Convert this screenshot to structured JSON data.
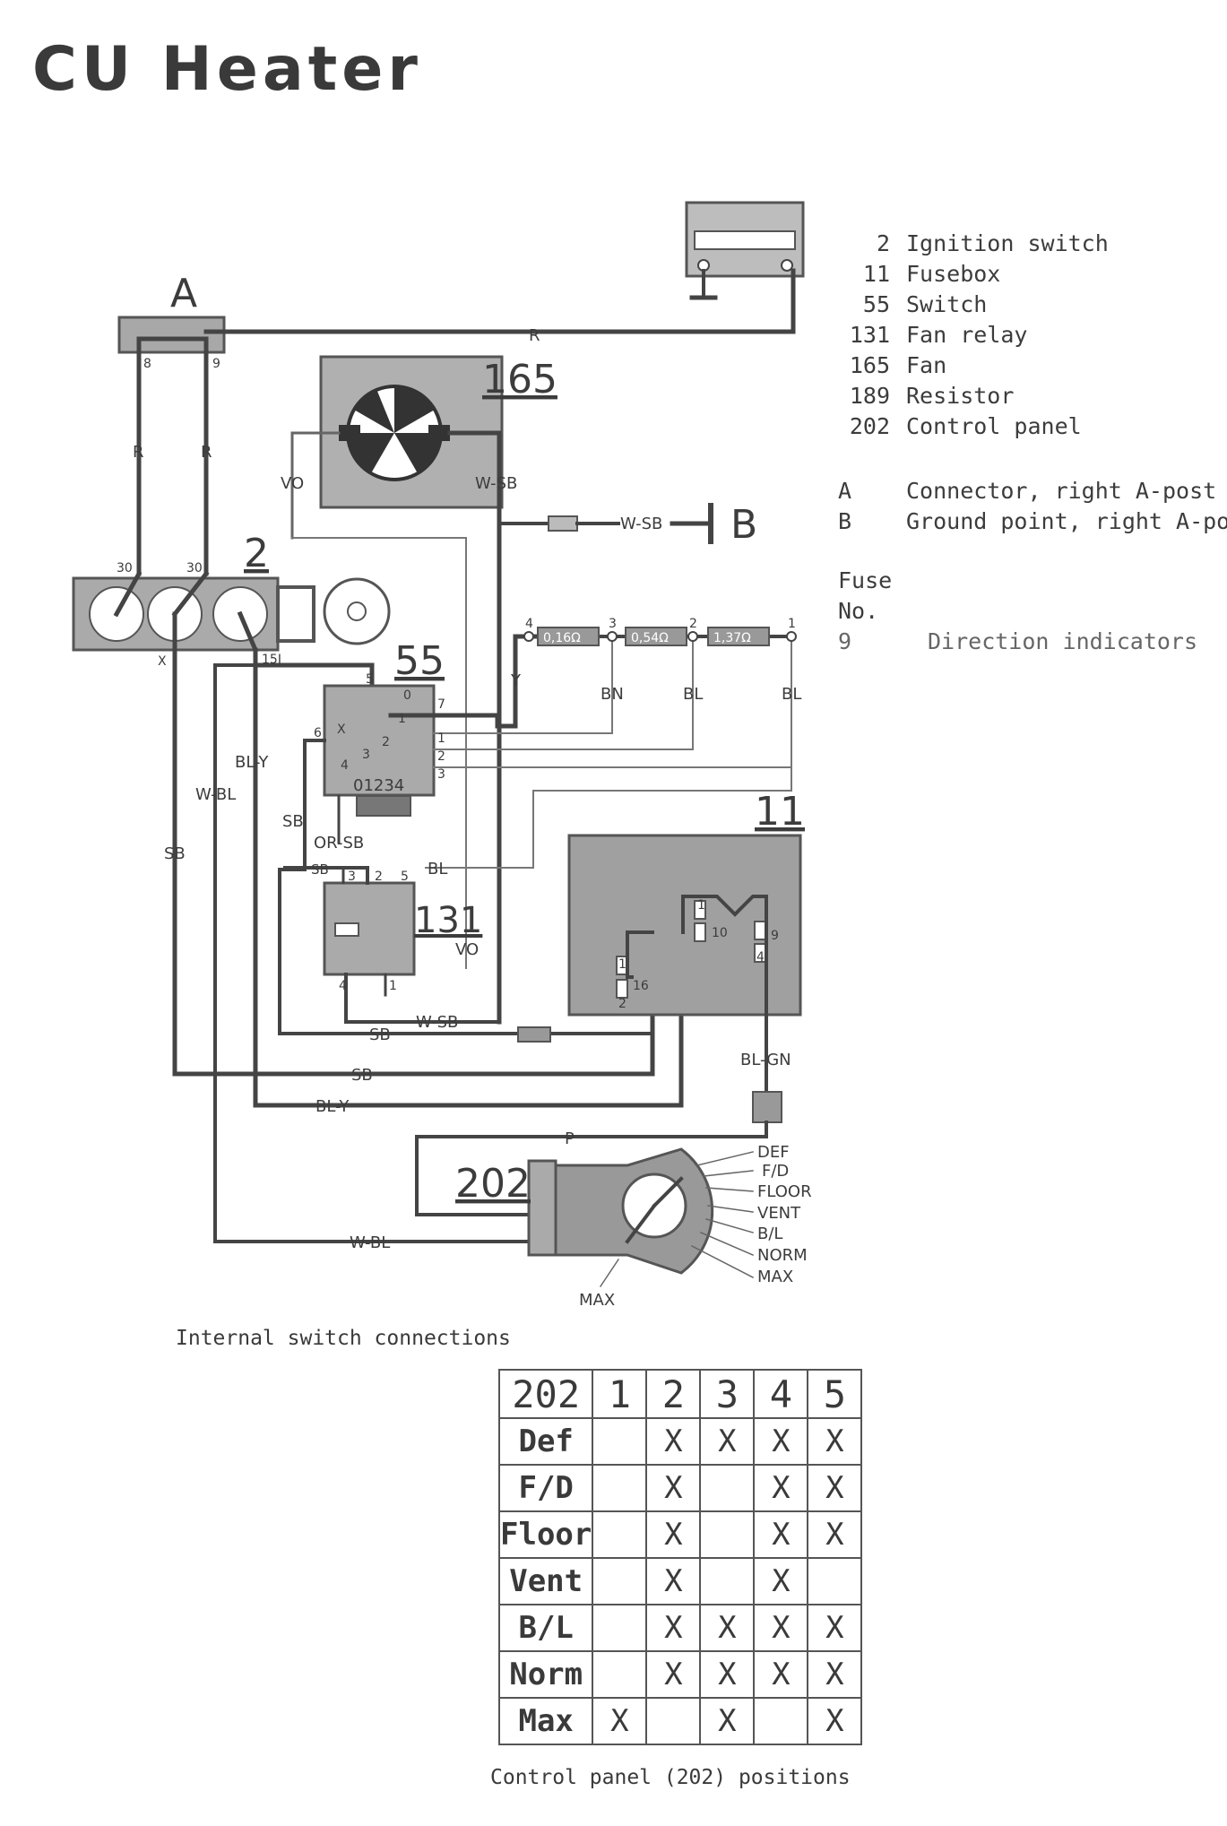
{
  "title": "CU Heater",
  "legend": {
    "components": [
      {
        "num": "2",
        "name": "Ignition switch"
      },
      {
        "num": "11",
        "name": "Fusebox"
      },
      {
        "num": "55",
        "name": "Switch"
      },
      {
        "num": "131",
        "name": "Fan relay"
      },
      {
        "num": "165",
        "name": "Fan"
      },
      {
        "num": "189",
        "name": "Resistor"
      },
      {
        "num": "202",
        "name": "Control panel"
      }
    ],
    "connectors": [
      {
        "num": "A",
        "name": "Connector, right A-post"
      },
      {
        "num": "B",
        "name": "Ground point, right A-post"
      }
    ],
    "fuse_heading_1": "Fuse",
    "fuse_heading_2": "No.",
    "fuses": [
      {
        "num": "9",
        "name": "Direction indicators"
      }
    ]
  },
  "diagram": {
    "components": {
      "A": "A",
      "B": "B",
      "c2": "2",
      "c11": "11",
      "c55": "55",
      "c131": "131",
      "c165": "165",
      "c202": "202"
    },
    "wires": {
      "R": "R",
      "VO": "VO",
      "W_SB": "W-SB",
      "Y": "Y",
      "BN": "BN",
      "BL": "BL",
      "BL_Y": "BL-Y",
      "W_BL": "W-BL",
      "SB": "SB",
      "OR_SB": "OR-SB",
      "BL_GN": "BL-GN",
      "P": "P"
    },
    "resistors": [
      "0,16Ω",
      "0,54Ω",
      "1,37Ω"
    ],
    "resistor_terminals": [
      "4",
      "3",
      "2",
      "1"
    ],
    "pins": {
      "a8": "8",
      "a9": "9",
      "t30a": "30",
      "t30b": "30",
      "tX": "X",
      "t15": "15I",
      "s5": "5",
      "s0": "0",
      "s7": "7",
      "s6": "6",
      "sX": "X",
      "s1": "1",
      "s2": "2",
      "s3": "3",
      "s4": "4",
      "s1r": "1",
      "s2r": "2",
      "s3r": "3",
      "s01234": "01234",
      "r3": "3",
      "r2": "2",
      "r5": "5",
      "r4": "4",
      "r1": "1",
      "f1": "1",
      "f10": "10",
      "f9": "9",
      "f4": "4",
      "f1b": "1",
      "f16": "16",
      "f2": "2"
    },
    "panel_positions": [
      "DEF",
      "F/D",
      "FLOOR",
      "VENT",
      "B/L",
      "NORM",
      "MAX"
    ],
    "panel_max_left": "MAX"
  },
  "captions": {
    "internal": "Internal switch connections",
    "positions": "Control panel (202) positions"
  },
  "switch_table": {
    "header": [
      "202",
      "1",
      "2",
      "3",
      "4",
      "5"
    ],
    "rows": [
      {
        "name": "Def",
        "marks": [
          false,
          true,
          true,
          true,
          true
        ]
      },
      {
        "name": "F/D",
        "marks": [
          false,
          true,
          false,
          true,
          true
        ]
      },
      {
        "name": "Floor",
        "marks": [
          false,
          true,
          false,
          true,
          true
        ]
      },
      {
        "name": "Vent",
        "marks": [
          false,
          true,
          false,
          true,
          false
        ]
      },
      {
        "name": "B/L",
        "marks": [
          false,
          true,
          true,
          true,
          true
        ]
      },
      {
        "name": "Norm",
        "marks": [
          false,
          true,
          true,
          true,
          true
        ]
      },
      {
        "name": "Max",
        "marks": [
          true,
          false,
          true,
          false,
          true
        ]
      }
    ],
    "mark": "X"
  }
}
